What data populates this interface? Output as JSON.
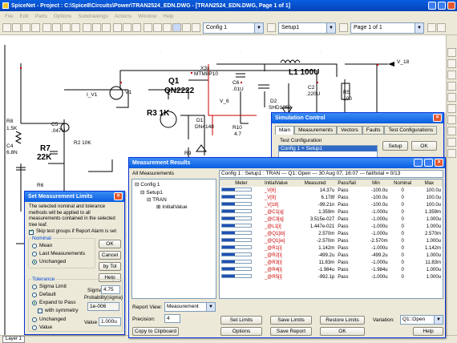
{
  "app": {
    "title": "SpiceNet - Project : C:\\Spice8\\Circuits\\Power\\TRAN2524_EDN.DWG - [TRAN2524_EDN.DWG, Page 1 of 1]",
    "menu": [
      "File",
      "Edit",
      "Parts",
      "Options",
      "Subdrawings",
      "Actions",
      "Window",
      "Help"
    ]
  },
  "toolbar": {
    "config": "Config 1",
    "setup": "Setup1",
    "page": "Page 1 of 1"
  },
  "schematic": {
    "labels": {
      "q1": "Q1",
      "q1_part": "QN2222",
      "r3": "R3 1K",
      "r7": "R7",
      "r7_val": "22K",
      "r8": "R8",
      "r8_val": "1.5K",
      "c4": "C4",
      "c4_val": "6.8N",
      "c5": "C5",
      "c5_val": ".047U",
      "r2": "R2 10K",
      "r6": "R6",
      "x3": "X3x",
      "x3_part": "MTM8P10",
      "c6": "C6",
      "c6_val": ".01U",
      "v6": "V_6",
      "d2": "D2",
      "d2_part": "SHD1352",
      "d1": "D1",
      "d1_part": "DN4148",
      "r10": "R10",
      "r10_val": "4.7",
      "l1": "L1 100U",
      "c2": "C2",
      "c2_val": ".220U",
      "r5": "R5",
      "r5_val": "100",
      "v18": "V_18",
      "v1": "V1",
      "iv1": "I_V1",
      "r9": "R9",
      "layer": "Layer 1"
    }
  },
  "sim_control": {
    "title": "Simulation Control",
    "tabs": [
      "Main",
      "Measurements",
      "Vectors",
      "Faults",
      "Test Configurations"
    ],
    "test_config_label": "Test Configuration",
    "test_config_value": "Config 1 + Setup1",
    "setup_btn": "Setup",
    "ok_btn": "OK"
  },
  "results": {
    "title": "Measurement Results",
    "tree_header": "All Measurements",
    "tree": [
      "Config 1",
      "Setup1",
      "TRAN",
      "InitialValue"
    ],
    "status": "Config 1 : Setup1 : TRAN --- Q1::Open ---   30 Aug 07, 16:07  --- fail/total = 0/13",
    "columns": [
      "Meter",
      "InitialValue",
      "Measured",
      "Pass/fail",
      "Min",
      "Nominal",
      "Max"
    ],
    "rows": [
      {
        "name": "_V[6]",
        "measured": "14.37u",
        "pf": "Pass",
        "min": "-100.0u",
        "nom": "0",
        "max": "100.0u",
        "fill": 0.45
      },
      {
        "name": "_V[9]",
        "measured": "6.178f",
        "pf": "Pass",
        "min": "-100.0u",
        "nom": "0",
        "max": "100.0u",
        "fill": 0.45
      },
      {
        "name": "_V[18]",
        "measured": "-99.21n",
        "pf": "Pass",
        "min": "-100.0u",
        "nom": "0",
        "max": "100.0u",
        "fill": 0.45
      },
      {
        "name": "_@C1[q]",
        "measured": "1.359m",
        "pf": "Pass",
        "min": "-1.000u",
        "nom": "0",
        "max": "1.359m",
        "fill": 0.45
      },
      {
        "name": "_@C3[q]",
        "measured": "3.515e-027",
        "pf": "Pass",
        "min": "-1.000u",
        "nom": "0",
        "max": "1.000u",
        "fill": 0.45
      },
      {
        "name": "_@L1[i]",
        "measured": "1.447e-021",
        "pf": "Pass",
        "min": "-1.000u",
        "nom": "0",
        "max": "1.000u",
        "fill": 0.45
      },
      {
        "name": "_@Q1[ib]",
        "measured": "2.570m",
        "pf": "Pass",
        "min": "-1.000u",
        "nom": "0",
        "max": "2.570m",
        "fill": 0.45
      },
      {
        "name": "_@Q1[ie]",
        "measured": "-2.570m",
        "pf": "Pass",
        "min": "-2.570m",
        "nom": "0",
        "max": "1.000u",
        "fill": 0.45
      },
      {
        "name": "_@R1[i]",
        "measured": "1.142m",
        "pf": "Pass",
        "min": "-1.000u",
        "nom": "0",
        "max": "1.142m",
        "fill": 0.45
      },
      {
        "name": "_@R2[i]",
        "measured": "-499.2u",
        "pf": "Pass",
        "min": "-499.2u",
        "nom": "0",
        "max": "1.000u",
        "fill": 0.45
      },
      {
        "name": "_@R3[i]",
        "measured": "11.83m",
        "pf": "Pass",
        "min": "-1.000u",
        "nom": "0",
        "max": "11.83m",
        "fill": 0.45
      },
      {
        "name": "_@R4[i]",
        "measured": "-1.984u",
        "pf": "Pass",
        "min": "-1.984u",
        "nom": "0",
        "max": "1.000u",
        "fill": 0.45
      },
      {
        "name": "_@R5[i]",
        "measured": "-992.1p",
        "pf": "Pass",
        "min": "-1.000u",
        "nom": "0",
        "max": "1.000u",
        "fill": 0.45
      }
    ],
    "report_view_label": "Report View:",
    "report_view_value": "Measurement",
    "precision_label": "Precision:",
    "precision_value": "4",
    "copy_btn": "Copy to Clipboard",
    "set_limits_btn": "Set Limits",
    "save_limits_btn": "Save Limits",
    "restore_limits_btn": "Restore Limits",
    "options_btn": "Options",
    "save_report_btn": "Save Report",
    "ok_btn": "OK",
    "variation_label": "Variation:",
    "variation_value": "Q1::Open",
    "help_btn": "Help"
  },
  "limits": {
    "title": "Set Measurement Limits",
    "desc": "The selected nominal and tolerance methods will be applied to all measurements contained in the selected tree leaf.",
    "skip_label": "Skip test groups if Report Alarm is set",
    "nominal_label": "Nominal",
    "nominal_opts": [
      "Mean",
      "Last Measurements",
      "Unchanged"
    ],
    "ok_btn": "OK",
    "cancel_btn": "Cancel",
    "bytol_btn": "by Tol",
    "help_btn": "Help",
    "tolerance_label": "Tolerance",
    "tol_opts": [
      "Sigma Limit",
      "Default",
      "Expand to Pass",
      "with symmetry",
      "Unchanged",
      "Value"
    ],
    "sigma_label": "Sigma",
    "sigma_value": "4.75",
    "prob_label": "Probability(sigma)",
    "prob_value": "1e-006",
    "value_label": "Value",
    "value_value": "1.000u"
  },
  "colors": {
    "accent": "#0a5ee0",
    "wire_red": "#cc0000",
    "meter": "#1f4fb5"
  }
}
